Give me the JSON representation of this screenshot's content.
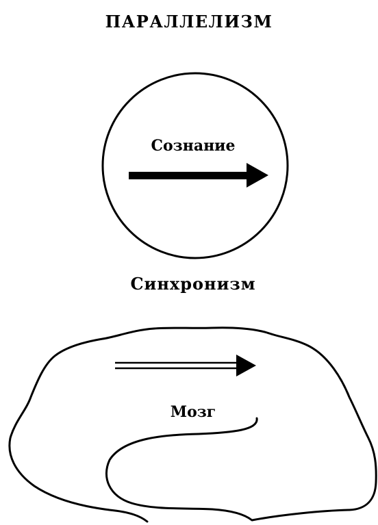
{
  "title": "ПАРАЛЛЕЛИЗМ",
  "consciousness": {
    "label": "Сознание"
  },
  "synchronism": {
    "label": "Синхронизм"
  },
  "brain": {
    "label": "Мозг"
  },
  "colors": {
    "ink": "#000000",
    "background": "#ffffff"
  }
}
